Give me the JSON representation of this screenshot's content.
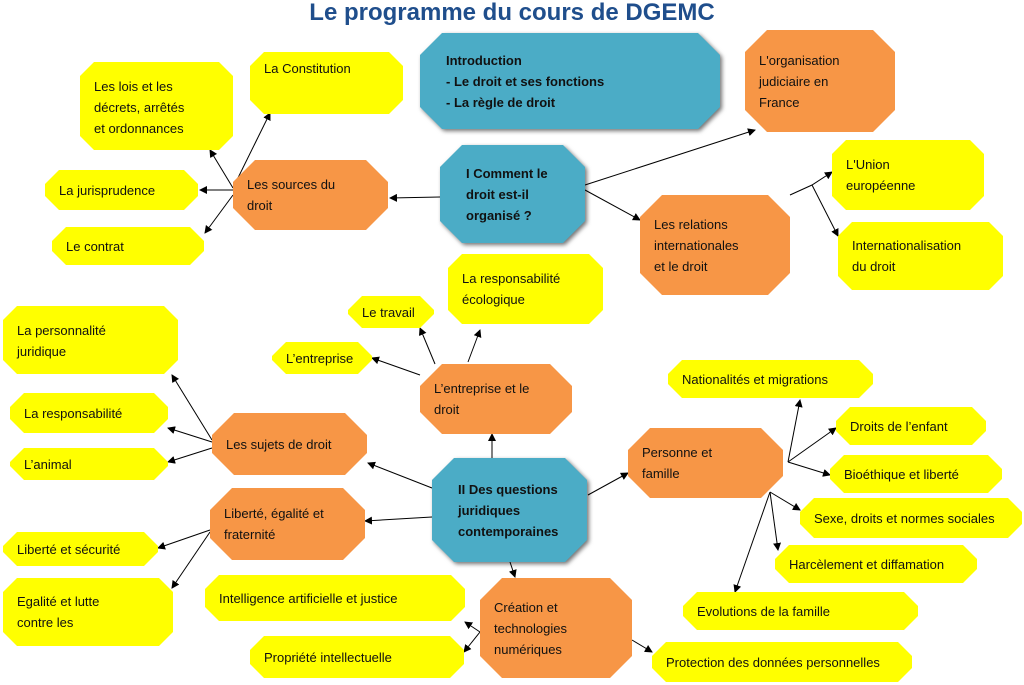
{
  "title": "Le programme du cours de DGEMC",
  "nodes": {
    "intro": "Introduction\n- Le droit et ses fonctions\n- La règle de droit",
    "q1": "I Comment le\ndroit est-il\norganisé ?",
    "q2": "II Des questions\njuridiques\ncontemporaines",
    "sources": "Les sources du\ndroit",
    "constitution": "La Constitution",
    "lois": "Les lois et les\ndécrets, arrêtés\net ordonnances",
    "jurisprudence": "La jurisprudence",
    "contrat": "Le contrat",
    "organisation": "L'organisation\njudiciaire en\nFrance",
    "relations": "Les relations\ninternationales\net le droit",
    "union": "L'Union\neuropéenne",
    "internationalisation": "Internationalisation\ndu droit",
    "responsabilite_eco": "La responsabilité\nécologique",
    "travail": "Le travail",
    "entreprise_leaf": "L’entreprise",
    "entreprise": "L’entreprise et le\ndroit",
    "sujets": "Les sujets de droit",
    "personnalite": "La personnalité\njuridique",
    "responsabilite": "La responsabilité",
    "animal": "L’animal",
    "liberte": "Liberté, égalité et\nfraternité",
    "liberte_securite": "Liberté et sécurité",
    "egalite": "Egalité et lutte\ncontre les",
    "personne": "Personne et\nfamille",
    "nationalites": "Nationalités et migrations",
    "droits_enfant": "Droits de l’enfant",
    "bioethique": "Bioéthique et liberté",
    "sexe": "Sexe, droits et normes sociales",
    "harcelement": "Harcèlement et diffamation",
    "evolutions": "Evolutions de la famille",
    "creation": "Création et\ntechnologies\nnumériques",
    "ia": "Intelligence artificielle et justice",
    "propriete": "Propriété intellectuelle",
    "protection": "Protection des données personnelles"
  },
  "colors": {
    "leaf": "#ffff00",
    "topic": "#f79646",
    "core": "#4bacc6",
    "title": "#1f4e8c"
  }
}
